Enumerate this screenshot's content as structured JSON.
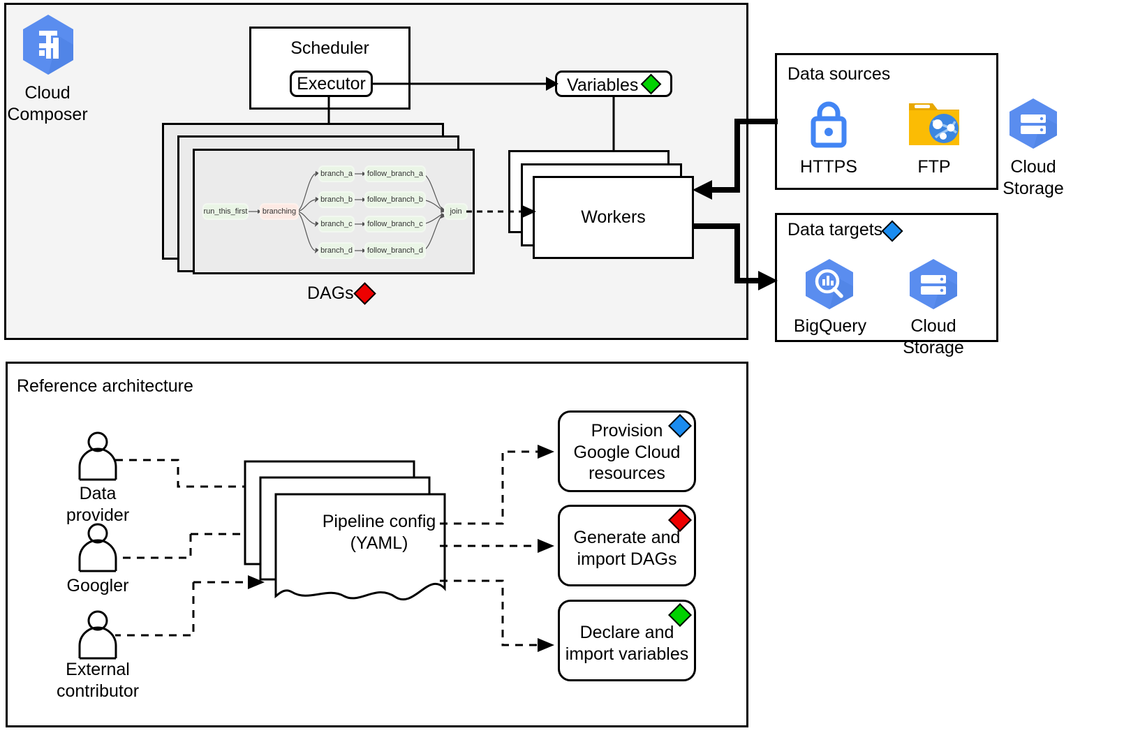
{
  "composer": {
    "logo_name": "cloud-composer-logo",
    "label_line1": "Cloud",
    "label_line2": "Composer",
    "scheduler_label": "Scheduler",
    "executor_label": "Executor",
    "variables_label": "Variables",
    "variables_marker_color": "#00d200",
    "workers_label": "Workers",
    "dags_label": "DAGs",
    "dags_marker_color": "#ee0000",
    "background": "#f4f4f4"
  },
  "dag_graph": {
    "start": "run_this_first",
    "branching": "branching",
    "join": "join",
    "branches": [
      {
        "branch": "branch_a",
        "follow": "follow_branch_a"
      },
      {
        "branch": "branch_b",
        "follow": "follow_branch_b"
      },
      {
        "branch": "branch_c",
        "follow": "follow_branch_c"
      },
      {
        "branch": "branch_d",
        "follow": "follow_branch_d"
      }
    ],
    "node_fill_green": "#eaf5e6",
    "node_fill_pink": "#fdeae4",
    "canvas_fill": "#ebebeb"
  },
  "data_sources": {
    "title": "Data sources",
    "items": [
      {
        "icon": "https-lock-icon",
        "label": "HTTPS",
        "color": "#4285f4"
      },
      {
        "icon": "ftp-folder-icon",
        "label": "FTP",
        "color": "#fbbc04"
      },
      {
        "icon": "cloud-storage-icon",
        "label": "Cloud Storage",
        "color": "#5a8def"
      }
    ]
  },
  "data_targets": {
    "title": "Data targets",
    "marker_color": "#1a8cf0",
    "items": [
      {
        "icon": "bigquery-icon",
        "label": "BigQuery",
        "color": "#5a8def"
      },
      {
        "icon": "cloud-storage-icon",
        "label": "Cloud Storage",
        "color": "#5a8def"
      }
    ]
  },
  "reference": {
    "title": "Reference architecture",
    "actors": [
      {
        "icon": "person-icon",
        "line1": "Data",
        "line2": "provider"
      },
      {
        "icon": "person-icon",
        "line1": "Googler",
        "line2": ""
      },
      {
        "icon": "person-icon",
        "line1": "External",
        "line2": "contributor"
      }
    ],
    "config": {
      "line1": "Pipeline config",
      "line2": "(YAML)"
    },
    "outputs": [
      {
        "lines": [
          "Provision",
          "Google Cloud",
          "resources"
        ],
        "marker_color": "#1a8cf0",
        "marker_name": "blue-diamond-marker"
      },
      {
        "lines": [
          "Generate and",
          "import DAGs"
        ],
        "marker_color": "#ee0000",
        "marker_name": "red-diamond-marker"
      },
      {
        "lines": [
          "Declare and",
          "import variables"
        ],
        "marker_color": "#00d200",
        "marker_name": "green-diamond-marker"
      }
    ]
  }
}
